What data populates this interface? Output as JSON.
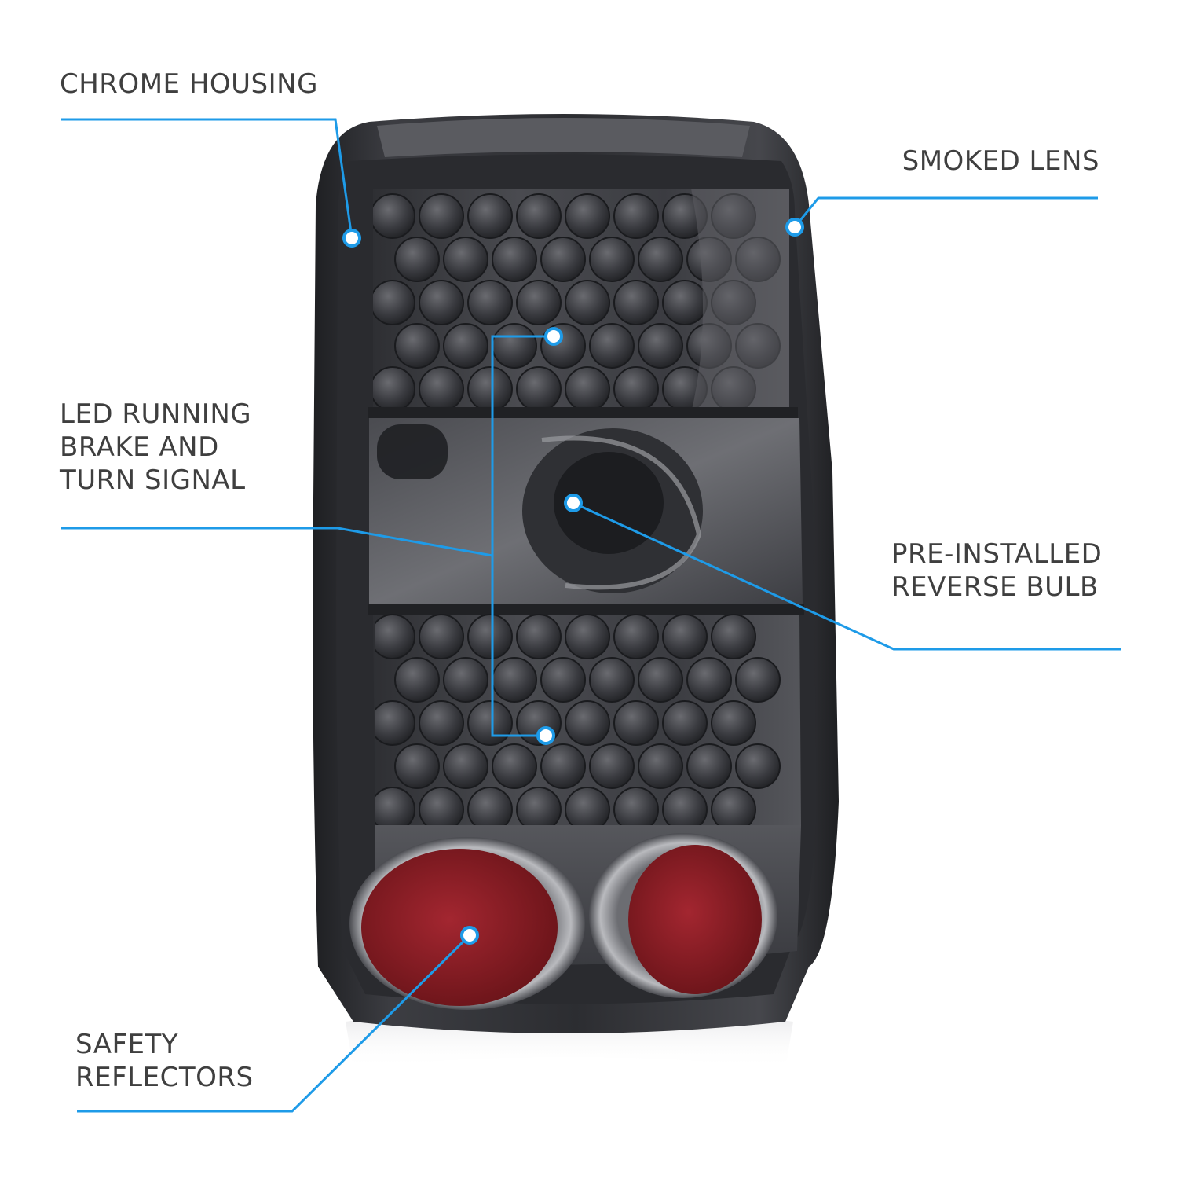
{
  "colors": {
    "callout": "#1e9be8",
    "label_text": "#3f3f3f",
    "lens_smoke": "#3a3b40",
    "housing_dark": "#26272b",
    "reflector_red": "#8a1d24"
  },
  "labels": {
    "chrome_housing": [
      "CHROME HOUSING"
    ],
    "smoked_lens": [
      "SMOKED LENS"
    ],
    "led_running": [
      "LED RUNNING",
      "BRAKE AND",
      "TURN SIGNAL"
    ],
    "reverse_bulb": [
      "PRE-INSTALLED",
      "REVERSE BULB"
    ],
    "safety_reflectors": [
      "SAFETY",
      "REFLECTORS"
    ]
  }
}
